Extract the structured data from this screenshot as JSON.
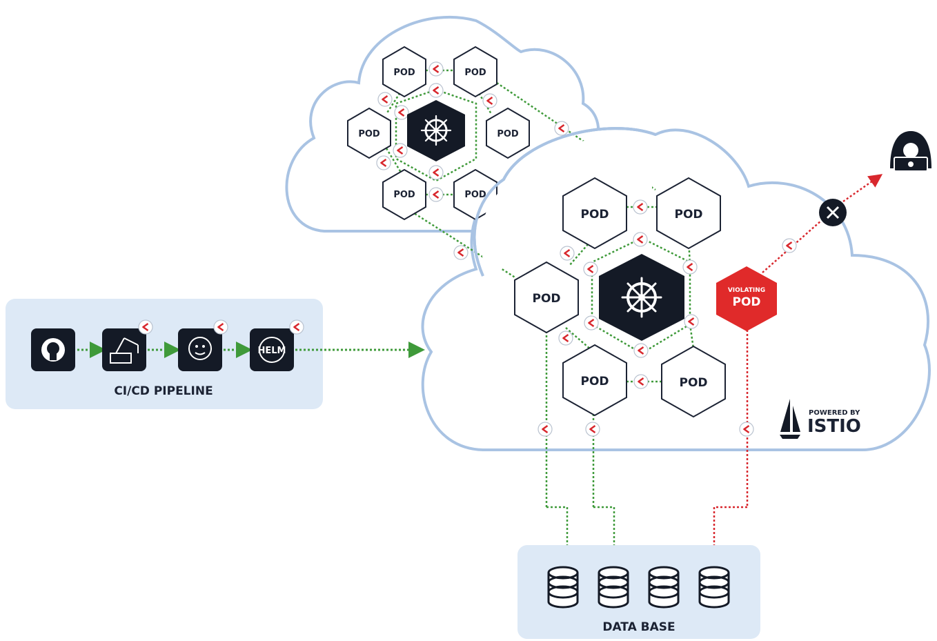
{
  "pipeline": {
    "title": "CI/CD PIPELINE",
    "tools": [
      {
        "icon": "github-icon"
      },
      {
        "icon": "crane-icon"
      },
      {
        "icon": "jenkins-icon"
      },
      {
        "icon": "helm-icon",
        "label": "HELM"
      }
    ]
  },
  "pod_label": "POD",
  "violating": {
    "top": "VIOLATING",
    "main": "POD"
  },
  "istio": {
    "top": "POWERED BY",
    "main": "ISTIO"
  },
  "database": {
    "title": "DATA BASE",
    "count": 4
  },
  "colors": {
    "cloud_stroke": "#a9c3e3",
    "panel_fill": "#dde9f6",
    "dark": "#141a26",
    "allowed_path": "#3f9a3a",
    "blocked_path": "#d8272d",
    "violating_pod": "#e02a2a",
    "badge_red": "#d8272d"
  },
  "icons": [
    "kubernetes-helm-wheel-icon",
    "hacker-icon",
    "block-x-icon",
    "shield-badge-icon",
    "database-icon",
    "istio-sail-icon"
  ]
}
